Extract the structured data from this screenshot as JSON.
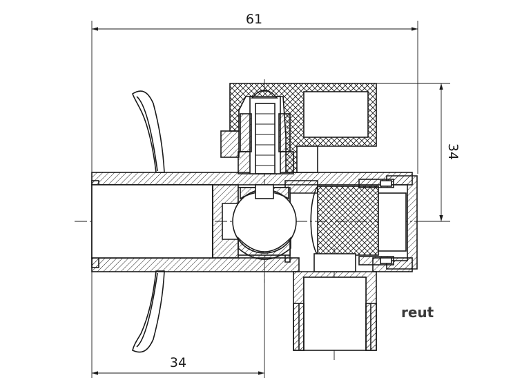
{
  "dimensions": {
    "overall_width": "61",
    "height": "34",
    "inlet_length": "34"
  },
  "logo": {
    "text": "reut",
    "mark": "®"
  }
}
